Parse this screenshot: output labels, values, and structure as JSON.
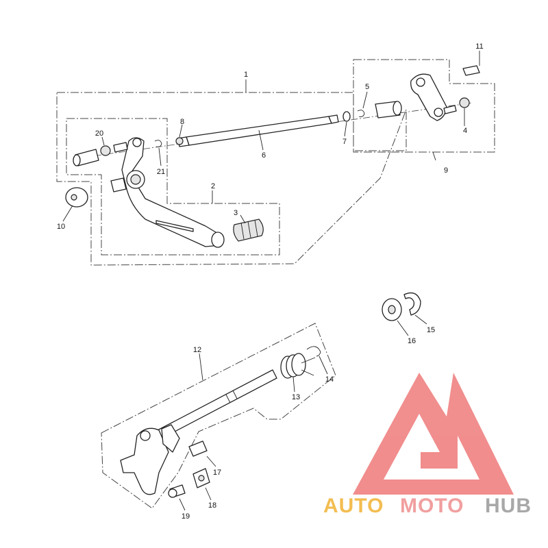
{
  "callouts": {
    "c1": "1",
    "c2": "2",
    "c3": "3",
    "c4": "4",
    "c5": "5",
    "c6": "6",
    "c7": "7",
    "c8": "8",
    "c9": "9",
    "c10": "10",
    "c11": "11",
    "c12": "12",
    "c13": "13",
    "c14": "14",
    "c15": "15",
    "c16": "16",
    "c17": "17",
    "c18": "18",
    "c19": "19",
    "c20": "20",
    "c21": "21"
  },
  "watermark": {
    "word_auto": "AUTO",
    "word_moto": "MOTO",
    "word_hub": "HUB",
    "color_auto": "#f2b233",
    "color_moto": "#ef8f8f",
    "color_hub": "#9a9a9a",
    "color_logo": "#ef7a7a"
  }
}
